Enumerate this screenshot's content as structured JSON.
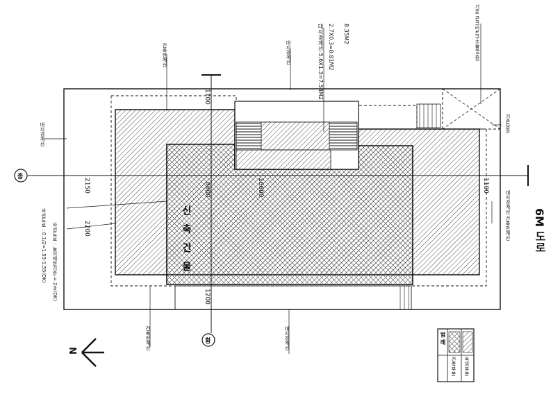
{
  "dims": {
    "top_1100": "1100",
    "left_2150": "2150",
    "width_16600": "16600",
    "depth_8600": "8600",
    "right_1100": "1100",
    "left_2200": "2200",
    "bottom_1200": "1200"
  },
  "labels": {
    "building": "신 축 건 물",
    "road": "6M 도로",
    "north": "N",
    "section_a": "종",
    "section_b": "횡",
    "area_text_1": "대지경계선 5.6X1.3=7.54M2",
    "area_text_2": "2.7X0.3=0.81M2",
    "area_text_3": "8.35M2",
    "existing_structure": "기존 콘크리트구조물(4층)",
    "existing_wall": "기존담장",
    "setback_line_left": "대지경계선",
    "setback_line_top": "대지경계선",
    "setback_line_bottom": "대지경계선",
    "building_line_top": "건축한계선",
    "building_line_bottom": "건축한계선",
    "road_line": "대지경계선 건축한계선",
    "slope_1": "사선도로 : 0.1/2=1.55-1.55(DK)",
    "slope_2": "사선도로 : 높이제한기준 = 2m(DK)"
  },
  "legend": {
    "title": "범 례",
    "items": [
      {
        "label": "건축부분"
      },
      {
        "label": "옥외부분"
      }
    ]
  },
  "colors": {
    "line": "#111111",
    "hatch": "#333333",
    "background": "#ffffff"
  }
}
